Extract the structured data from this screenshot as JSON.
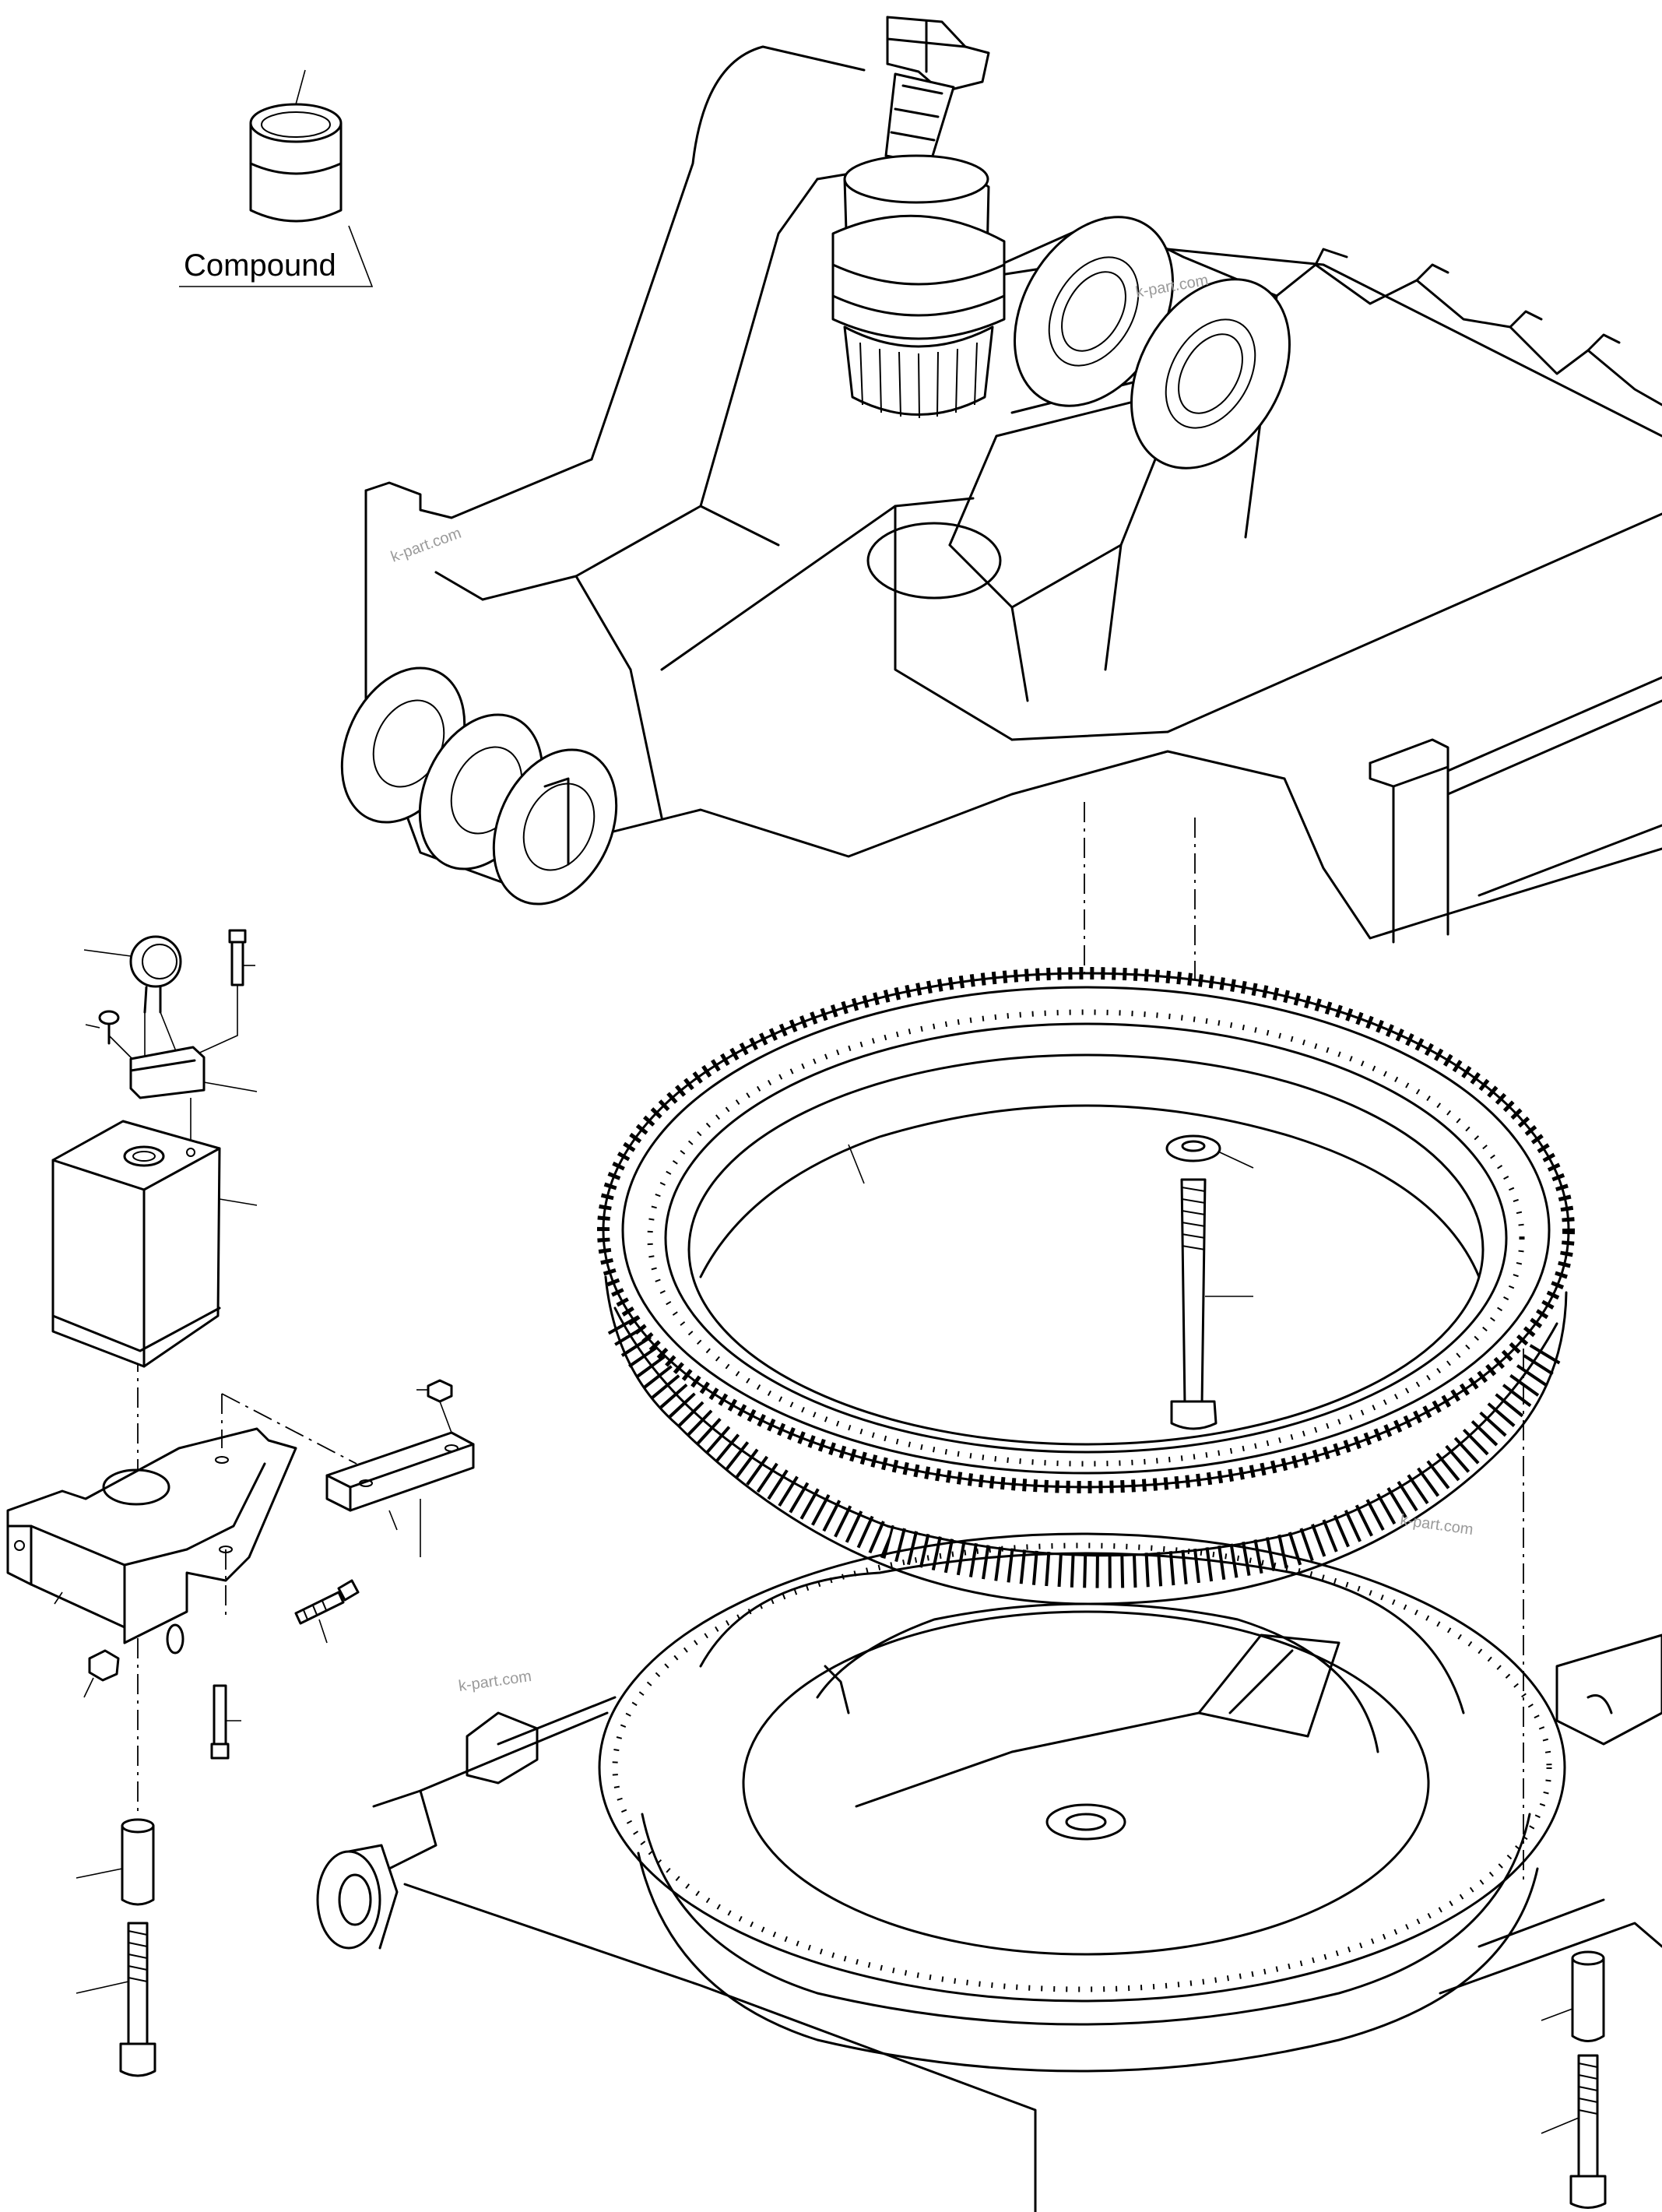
{
  "labels": {
    "compound": "Compound"
  },
  "watermarks": [
    "k-part.com",
    "k-part.com",
    "k-part.com",
    "k-part.com"
  ],
  "colors": {
    "line": "#000000",
    "background": "#ffffff",
    "watermark": "#9a9a9a"
  }
}
